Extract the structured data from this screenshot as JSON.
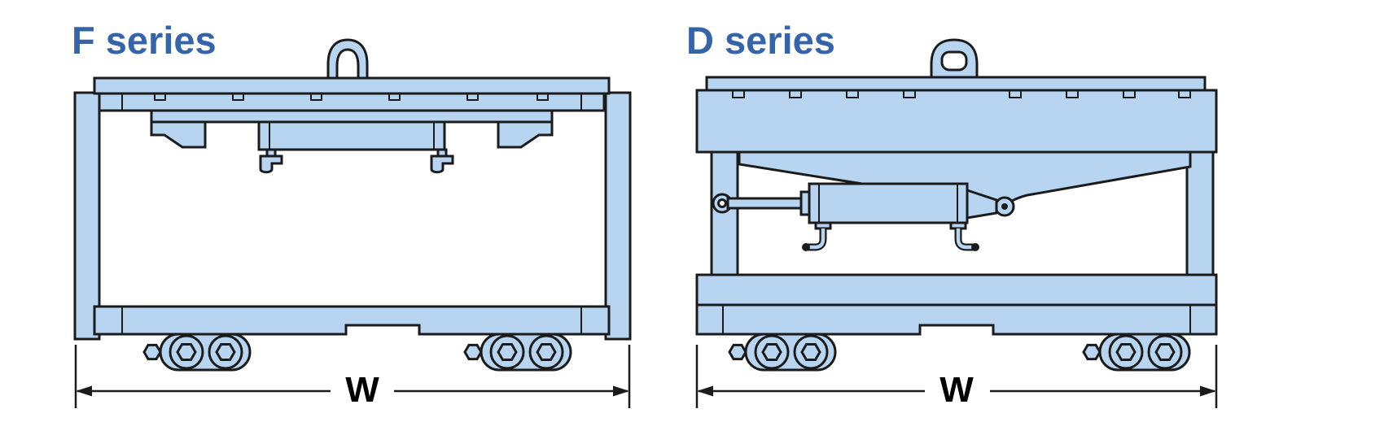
{
  "colors": {
    "diagram_fill": "#b7d4f0",
    "diagram_outline": "#1b1b1b",
    "title_text": "#3464aa",
    "dimension_text": "#000000",
    "background": "#ffffff"
  },
  "diagrams": [
    {
      "id": "f-series",
      "title": "F series",
      "dimension_label": "W"
    },
    {
      "id": "d-series",
      "title": "D series",
      "dimension_label": "W"
    }
  ]
}
